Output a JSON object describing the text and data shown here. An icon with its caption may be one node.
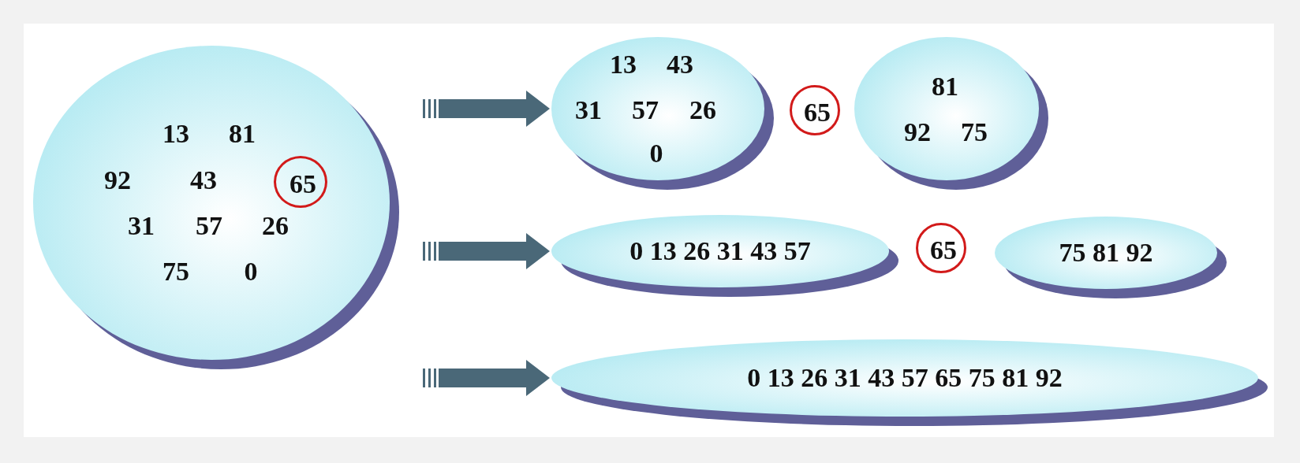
{
  "diagram": {
    "nodes": [
      {
        "text": [
          "13",
          "81",
          "92",
          "43",
          "31",
          "57",
          "26",
          "75",
          "0"
        ]
      },
      {
        "text": [
          "65"
        ],
        "in": 0
      },
      {
        "text": [
          "13",
          "43",
          "31",
          "57",
          "26",
          "0"
        ]
      },
      {
        "text": [
          "65"
        ]
      },
      {
        "text": [
          "81",
          "92",
          "75"
        ]
      },
      {
        "text": [
          "0 13 26 31 43 57"
        ]
      },
      {
        "text": [
          "65"
        ]
      },
      {
        "text": [
          "75 81 92"
        ]
      },
      {
        "text": [
          "0 13 26 31 43 57 65 75 81 92"
        ]
      }
    ],
    "edges": [
      {
        "from": null,
        "to": 2,
        "arrow": "to"
      },
      {
        "from": null,
        "to": 5,
        "arrow": "to"
      },
      {
        "from": null,
        "to": 8,
        "arrow": "to"
      }
    ]
  }
}
